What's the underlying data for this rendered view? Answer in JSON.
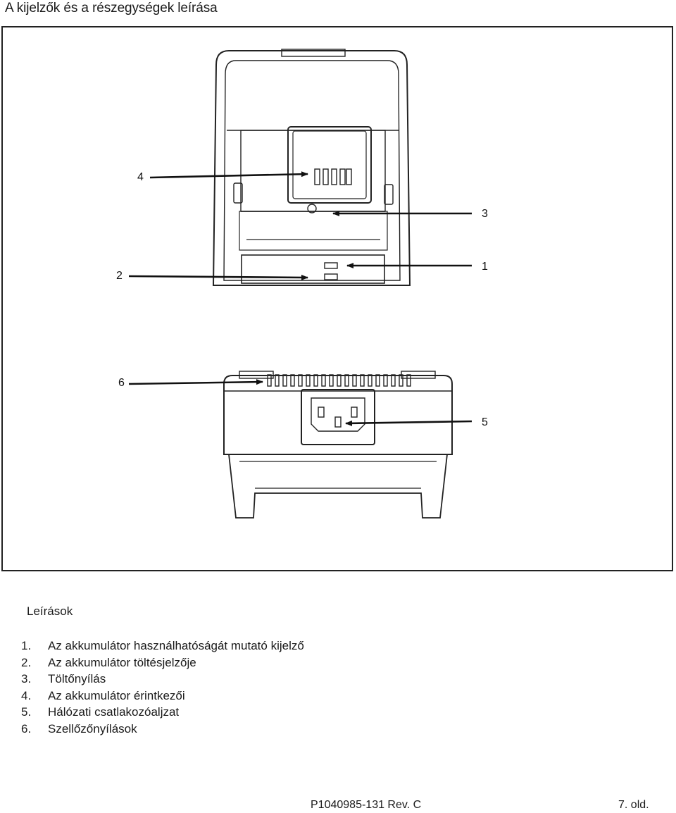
{
  "page_title": "A kijelzők és a részegységek leírása",
  "figure": {
    "callouts": [
      "1",
      "2",
      "3",
      "4",
      "5",
      "6"
    ]
  },
  "descriptions": {
    "heading": "Leírások",
    "items": [
      {
        "num": "1.",
        "text": "Az akkumulátor használhatóságát mutató kijelző"
      },
      {
        "num": "2.",
        "text": "Az akkumulátor töltésjelzője"
      },
      {
        "num": "3.",
        "text": "Töltőnyílás"
      },
      {
        "num": "4.",
        "text": "Az akkumulátor érintkezői"
      },
      {
        "num": "5.",
        "text": "Hálózati csatlakozóaljzat"
      },
      {
        "num": "6.",
        "text": "Szellőzőnyílások"
      }
    ]
  },
  "footer": {
    "doc_number": "P1040985-131 Rev. C",
    "page": "7. old."
  }
}
